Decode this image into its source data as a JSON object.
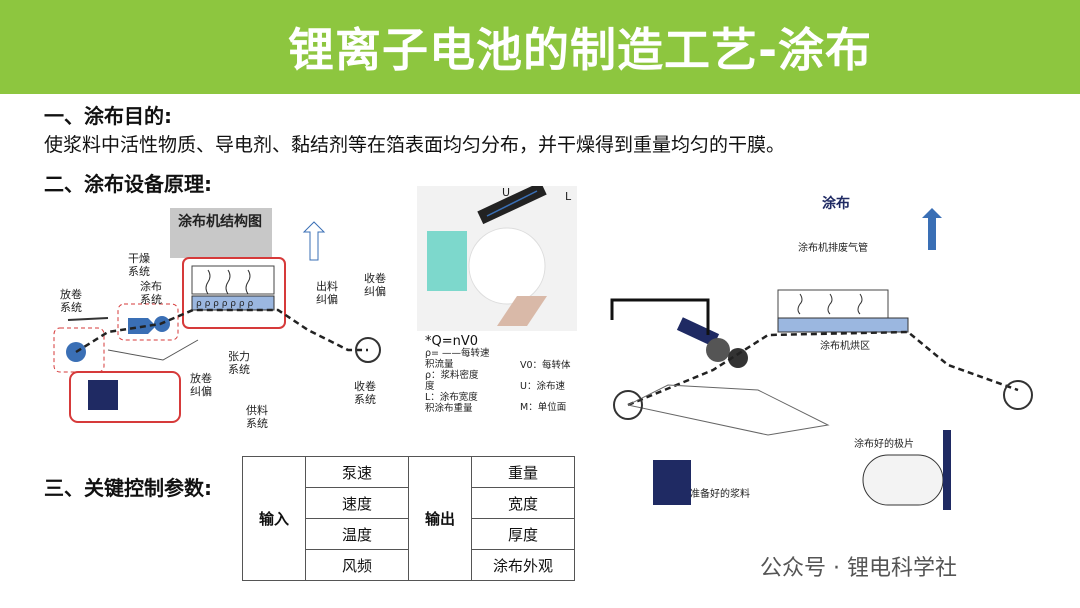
{
  "title": "锂离子电池的制造工艺-涂布",
  "section1": {
    "heading": "一、涂布目的:",
    "text": "使浆料中活性物质、导电剂、黏结剂等在箔表面均匀分布，并干燥得到重量均匀的干膜。"
  },
  "section2": {
    "heading": "二、涂布设备原理:"
  },
  "section3": {
    "heading": "三、关键控制参数:"
  },
  "diagram1": {
    "caption": "涂布机结构图",
    "labels": {
      "dry": "干燥\n系统",
      "coat": "涂布\n系统",
      "unwind": "放卷\n系统",
      "outlet": "出料\n纠偏",
      "rewind_correct": "收卷\n纠偏",
      "tension": "张力\n系统",
      "unwind_correct": "放卷\n纠偏",
      "rewind": "收卷\n系统",
      "feed": "供料\n系统",
      "pp": "ρ ρ ρ ρ ρ ρ ρ"
    }
  },
  "diagram2": {
    "u_label": "U",
    "l_label": "L",
    "formula": "*Q=nV0",
    "legend": [
      "ρ= ——每转速",
      "积流量",
      "ρ：浆料密度",
      "度",
      "L：涂布宽度",
      "积涂布重量"
    ],
    "legend_right": [
      "V0：每转体",
      "U：涂布速",
      "M：单位面"
    ]
  },
  "diagram3": {
    "title": "涂布",
    "exhaust": "涂布机排废气管",
    "oven": "涂布机烘区",
    "slurry": "准备好的浆料",
    "roll": "涂布好的极片"
  },
  "params": {
    "input_label": "输入",
    "output_label": "输出",
    "inputs": [
      "泵速",
      "速度",
      "温度",
      "风频"
    ],
    "outputs": [
      "重量",
      "宽度",
      "厚度",
      "涂布外观"
    ]
  },
  "watermark": "公众号 · 锂电科学社",
  "colors": {
    "banner": "#8dc63f",
    "red_box": "#d63a3a",
    "blue_arrow": "#3a6fb5",
    "navy": "#1f2a63"
  }
}
